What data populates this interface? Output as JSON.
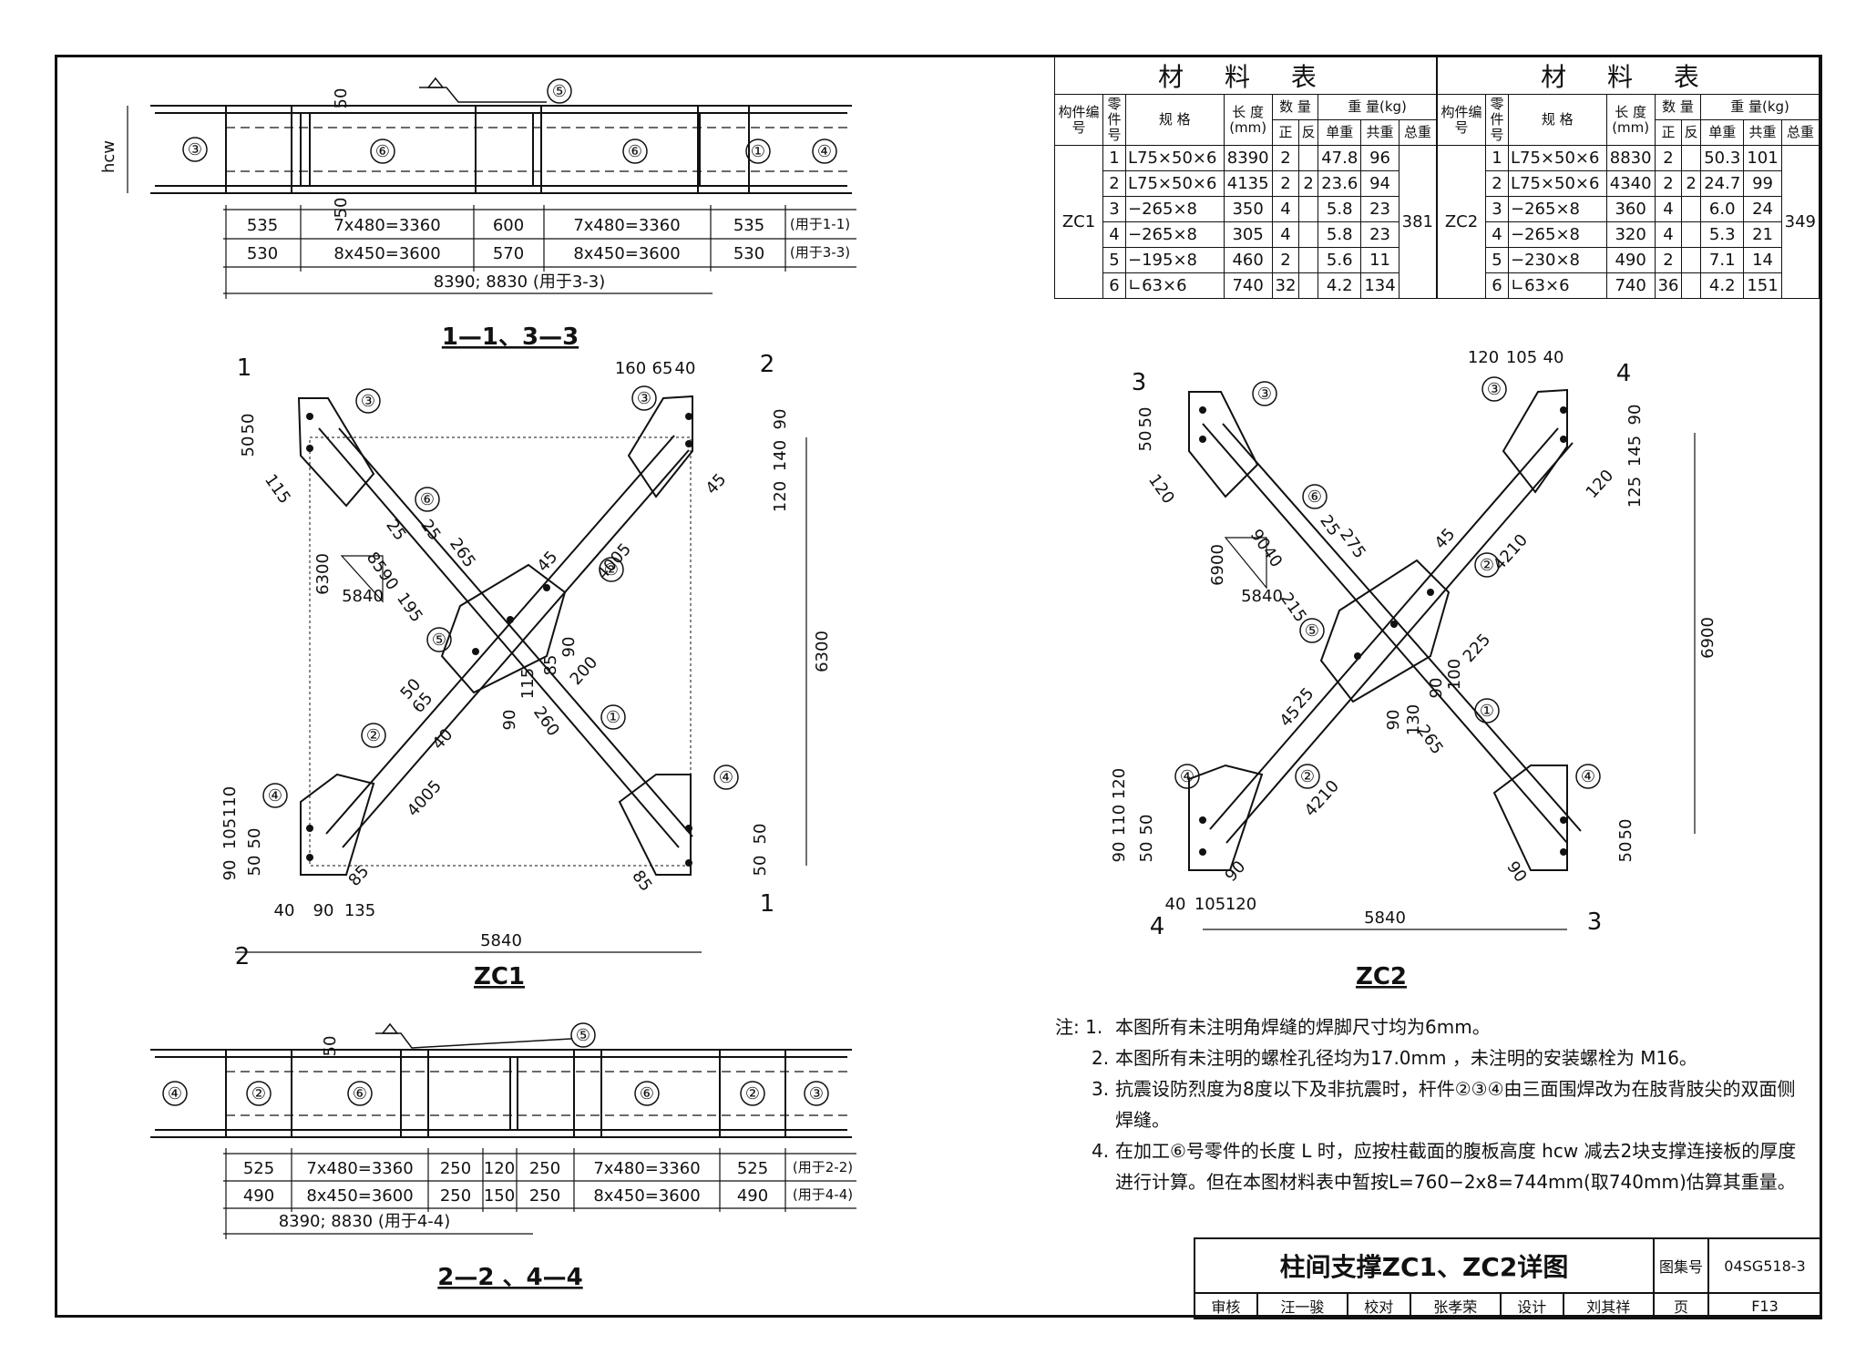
{
  "table_title": "材 料 表",
  "table_headers": {
    "member": "构件编号",
    "part": "零件号",
    "spec": "规 格",
    "length": "长 度",
    "length_unit": "(mm)",
    "qty": "数 量",
    "qty_pos": "正",
    "qty_neg": "反",
    "weight": "重 量(kg)",
    "unit_w": "单重",
    "sum_w": "共重",
    "total_w": "总重"
  },
  "zc1_table": {
    "member": "ZC1",
    "total": "381",
    "rows": [
      {
        "no": "1",
        "spec": "L75×50×6",
        "len": "8390",
        "pos": "2",
        "neg": "",
        "unit": "47.8",
        "sum": "96"
      },
      {
        "no": "2",
        "spec": "L75×50×6",
        "len": "4135",
        "pos": "2",
        "neg": "2",
        "unit": "23.6",
        "sum": "94"
      },
      {
        "no": "3",
        "spec": "−265×8",
        "len": "350",
        "pos": "4",
        "neg": "",
        "unit": "5.8",
        "sum": "23"
      },
      {
        "no": "4",
        "spec": "−265×8",
        "len": "305",
        "pos": "4",
        "neg": "",
        "unit": "5.8",
        "sum": "23"
      },
      {
        "no": "5",
        "spec": "−195×8",
        "len": "460",
        "pos": "2",
        "neg": "",
        "unit": "5.6",
        "sum": "11"
      },
      {
        "no": "6",
        "spec": "∟63×6",
        "len": "740",
        "pos": "32",
        "neg": "",
        "unit": "4.2",
        "sum": "134"
      }
    ]
  },
  "zc2_table": {
    "member": "ZC2",
    "total": "349",
    "rows": [
      {
        "no": "1",
        "spec": "L75×50×6",
        "len": "8830",
        "pos": "2",
        "neg": "",
        "unit": "50.3",
        "sum": "101"
      },
      {
        "no": "2",
        "spec": "L75×50×6",
        "len": "4340",
        "pos": "2",
        "neg": "2",
        "unit": "24.7",
        "sum": "99"
      },
      {
        "no": "3",
        "spec": "−265×8",
        "len": "360",
        "pos": "4",
        "neg": "",
        "unit": "6.0",
        "sum": "24"
      },
      {
        "no": "4",
        "spec": "−265×8",
        "len": "320",
        "pos": "4",
        "neg": "",
        "unit": "5.3",
        "sum": "21"
      },
      {
        "no": "5",
        "spec": "−230×8",
        "len": "490",
        "pos": "2",
        "neg": "",
        "unit": "7.1",
        "sum": "14"
      },
      {
        "no": "6",
        "spec": "∟63×6",
        "len": "740",
        "pos": "36",
        "neg": "",
        "unit": "4.2",
        "sum": "151"
      }
    ]
  },
  "sec11": {
    "title": "1—1、3—3",
    "label_hcw": "hcw",
    "dim_50": "50",
    "row1": [
      "535",
      "7x480=3360",
      "600",
      "7x480=3360",
      "535",
      "(用于1-1)"
    ],
    "row2": [
      "530",
      "8x450=3600",
      "570",
      "8x450=3600",
      "530",
      "(用于3-3)"
    ],
    "total": "8390; 8830 (用于3-3)"
  },
  "sec22": {
    "title": "2—2 、4—4",
    "dim_50": "50",
    "row1": [
      "525",
      "7x480=3360",
      "250",
      "120",
      "250",
      "7x480=3360",
      "525",
      "(用于2-2)"
    ],
    "row2": [
      "490",
      "8x450=3600",
      "250",
      "150",
      "250",
      "8x450=3600",
      "490",
      "(用于4-4)"
    ],
    "total": "8390; 8830 (用于4-4)"
  },
  "zc1": {
    "title": "ZC1",
    "width": "5840",
    "height": "6300",
    "diag": "8590",
    "top_dims": [
      "160",
      "65",
      "40"
    ],
    "brace_len": "4005",
    "right_dims": [
      "90",
      "140",
      "120"
    ],
    "left_dims": [
      "50",
      "50"
    ],
    "bottom_dims": [
      "40",
      "90",
      "135"
    ],
    "bl_dims": [
      "110",
      "105",
      "50",
      "90",
      "50"
    ],
    "misc": [
      "115",
      "85",
      "265",
      "195",
      "25",
      "45",
      "200",
      "90",
      "85",
      "115",
      "90",
      "260",
      "40",
      "65",
      "50",
      "25"
    ],
    "sections": [
      "1",
      "1",
      "2",
      "2"
    ]
  },
  "zc2": {
    "title": "ZC2",
    "width": "5840",
    "height": "6900",
    "diag": "9040",
    "top_dims": [
      "120",
      "105",
      "40"
    ],
    "brace_len": "4210",
    "right_dims": [
      "90",
      "145",
      "125"
    ],
    "left_dims": [
      "50",
      "50"
    ],
    "bottom_dims": [
      "40",
      "105",
      "120"
    ],
    "bl_dims": [
      "120",
      "110",
      "50",
      "90",
      "50"
    ],
    "misc": [
      "120",
      "90",
      "275",
      "215",
      "25",
      "45",
      "225",
      "100",
      "90",
      "90",
      "130",
      "265",
      "25",
      "45"
    ],
    "sections": [
      "3",
      "3",
      "4",
      "4"
    ]
  },
  "part_numbers": [
    "①",
    "②",
    "③",
    "④",
    "⑤",
    "⑥"
  ],
  "notes": {
    "lead": "注: 1.",
    "items": [
      "本图所有未注明角焊缝的焊脚尺寸均为6mm。",
      "本图所有未注明的螺栓孔径均为17.0mm ，未注明的安装螺栓为 M16。",
      "抗震设防烈度为8度以下及非抗震时，杆件②③④由三面围焊改为在肢背肢尖的双面侧焊缝。",
      "在加工⑥号零件的长度 L 时，应按柱截面的腹板高度 hcw 减去2块支撑连接板的厚度进行计算。但在本图材料表中暂按L=760−2x8=744mm(取740mm)估算其重量。"
    ],
    "nums": [
      "2.",
      "3.",
      "4."
    ]
  },
  "title_block": {
    "title": "柱间支撑ZC1、ZC2详图",
    "atlas_label": "图集号",
    "atlas_no": "04SG518-3",
    "page_label": "页",
    "page_no": "F13",
    "review_label": "审核",
    "reviewer": "汪一骏",
    "check_label": "校对",
    "checker": "张孝荣",
    "design_label": "设计",
    "designer": "刘其祥"
  }
}
